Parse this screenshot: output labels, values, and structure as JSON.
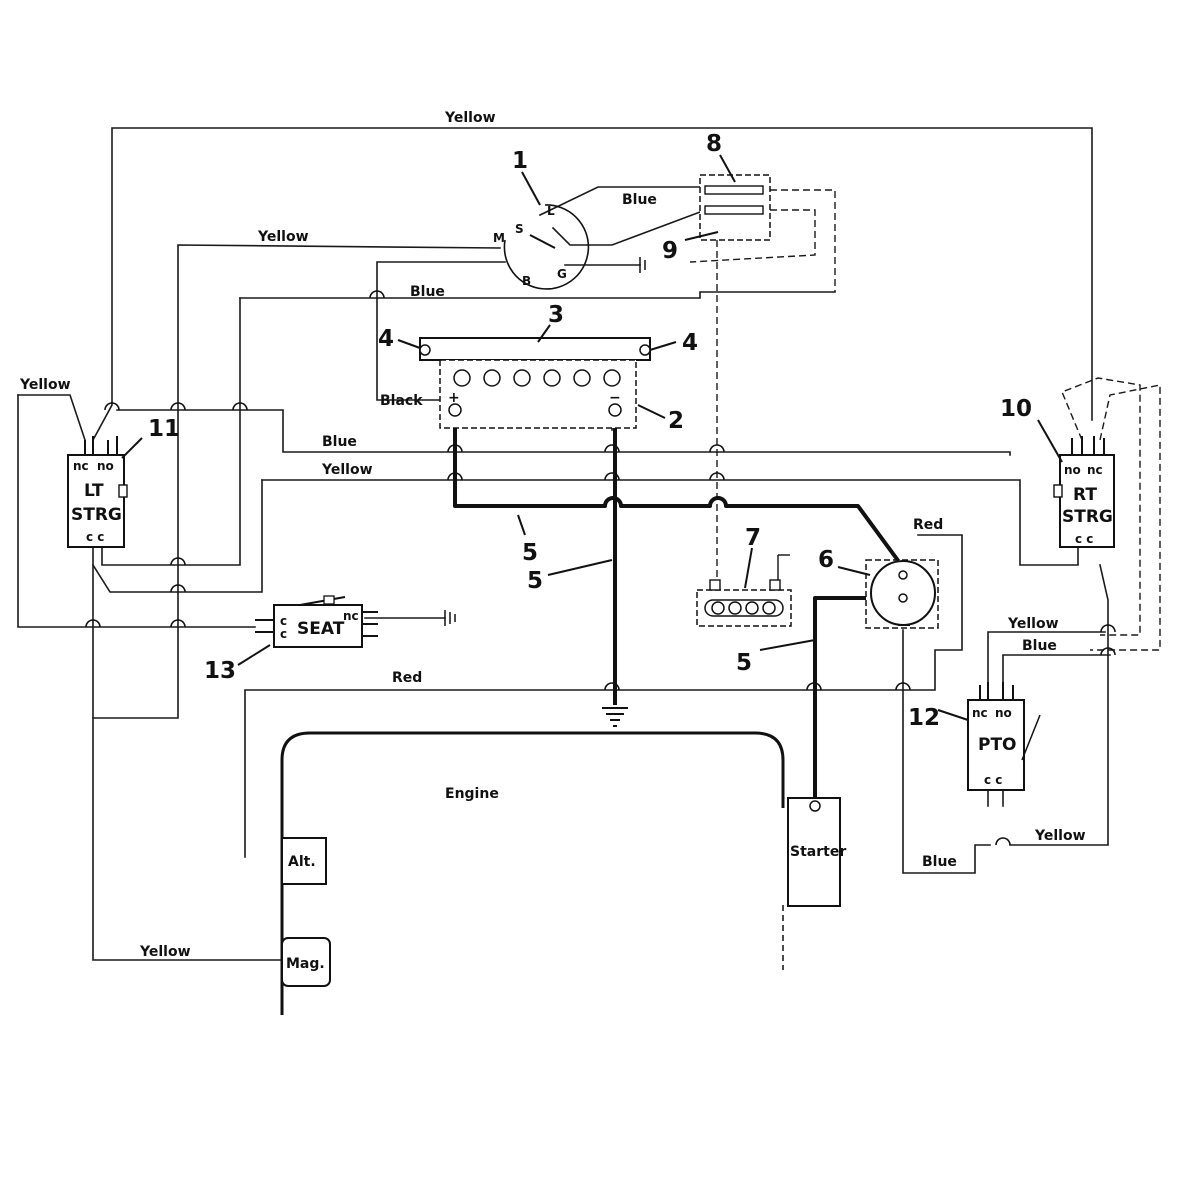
{
  "wire_labels": {
    "yellow_top": "Yellow",
    "yellow_ign": "Yellow",
    "blue_top": "Blue",
    "blue_mid": "Blue",
    "black": "Black",
    "blue_bus": "Blue",
    "yellow_bus": "Yellow",
    "yellow_left": "Yellow",
    "red_right": "Red",
    "red_bottom": "Red",
    "yellow_pto": "Yellow",
    "blue_pto": "Blue",
    "yellow_bottom_right": "Yellow",
    "blue_bottom_right": "Blue",
    "yellow_mag": "Yellow"
  },
  "switch_terminals": {
    "s": "S",
    "l": "L",
    "m": "M",
    "b": "B",
    "g": "G"
  },
  "battery_terminals": {
    "plus": "+",
    "minus": "−"
  },
  "components": {
    "lt_strg": {
      "nc": "nc",
      "no": "no",
      "line1": "LT",
      "line2": "STRG",
      "c": "c c"
    },
    "rt_strg": {
      "no": "no",
      "nc": "nc",
      "line1": "RT",
      "line2": "STRG",
      "c": "c c"
    },
    "seat": {
      "label": "SEAT",
      "nc": "nc",
      "c": "c\nc",
      "c1": "c",
      "c2": "c"
    },
    "pto": {
      "nc": "nc",
      "no": "no",
      "label": "PTO",
      "c": "c c"
    },
    "engine": "Engine",
    "alt": "Alt.",
    "mag": "Mag.",
    "starter": "Starter"
  },
  "callouts": {
    "n1": "1",
    "n2": "2",
    "n3": "3",
    "n4a": "4",
    "n4b": "4",
    "n5a": "5",
    "n5b": "5",
    "n5c": "5",
    "n6": "6",
    "n7": "7",
    "n8": "8",
    "n9": "9",
    "n10": "10",
    "n11": "11",
    "n12": "12",
    "n13": "13"
  }
}
